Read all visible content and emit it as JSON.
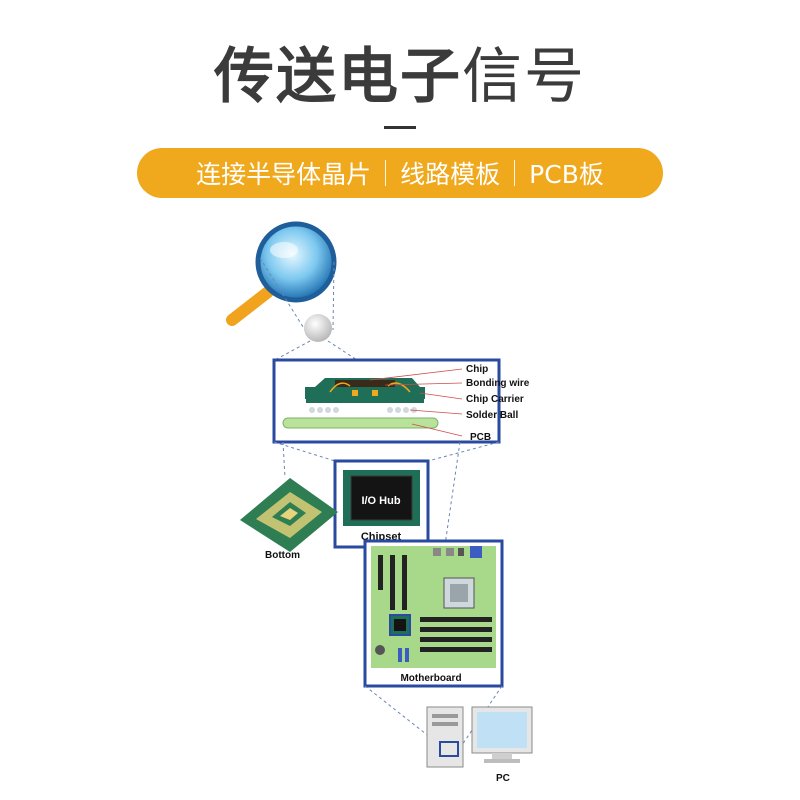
{
  "title": {
    "bold": "传送电子",
    "light": "信号"
  },
  "banner": {
    "items": [
      "连接半导体晶片",
      "线路模板",
      "PCB板"
    ]
  },
  "diagram": {
    "chip_labels": [
      "Chip",
      "Bonding wire",
      "Chip Carrier",
      "Solder Ball",
      "PCB"
    ],
    "io_hub": "I/O Hub",
    "chipset": "Chipset",
    "bottom": "Bottom",
    "motherboard": "Motherboard",
    "pc": "PC"
  },
  "colors": {
    "accent": "#f0a81c",
    "frame": "#2a4aa0",
    "board": "#a8d88a"
  }
}
